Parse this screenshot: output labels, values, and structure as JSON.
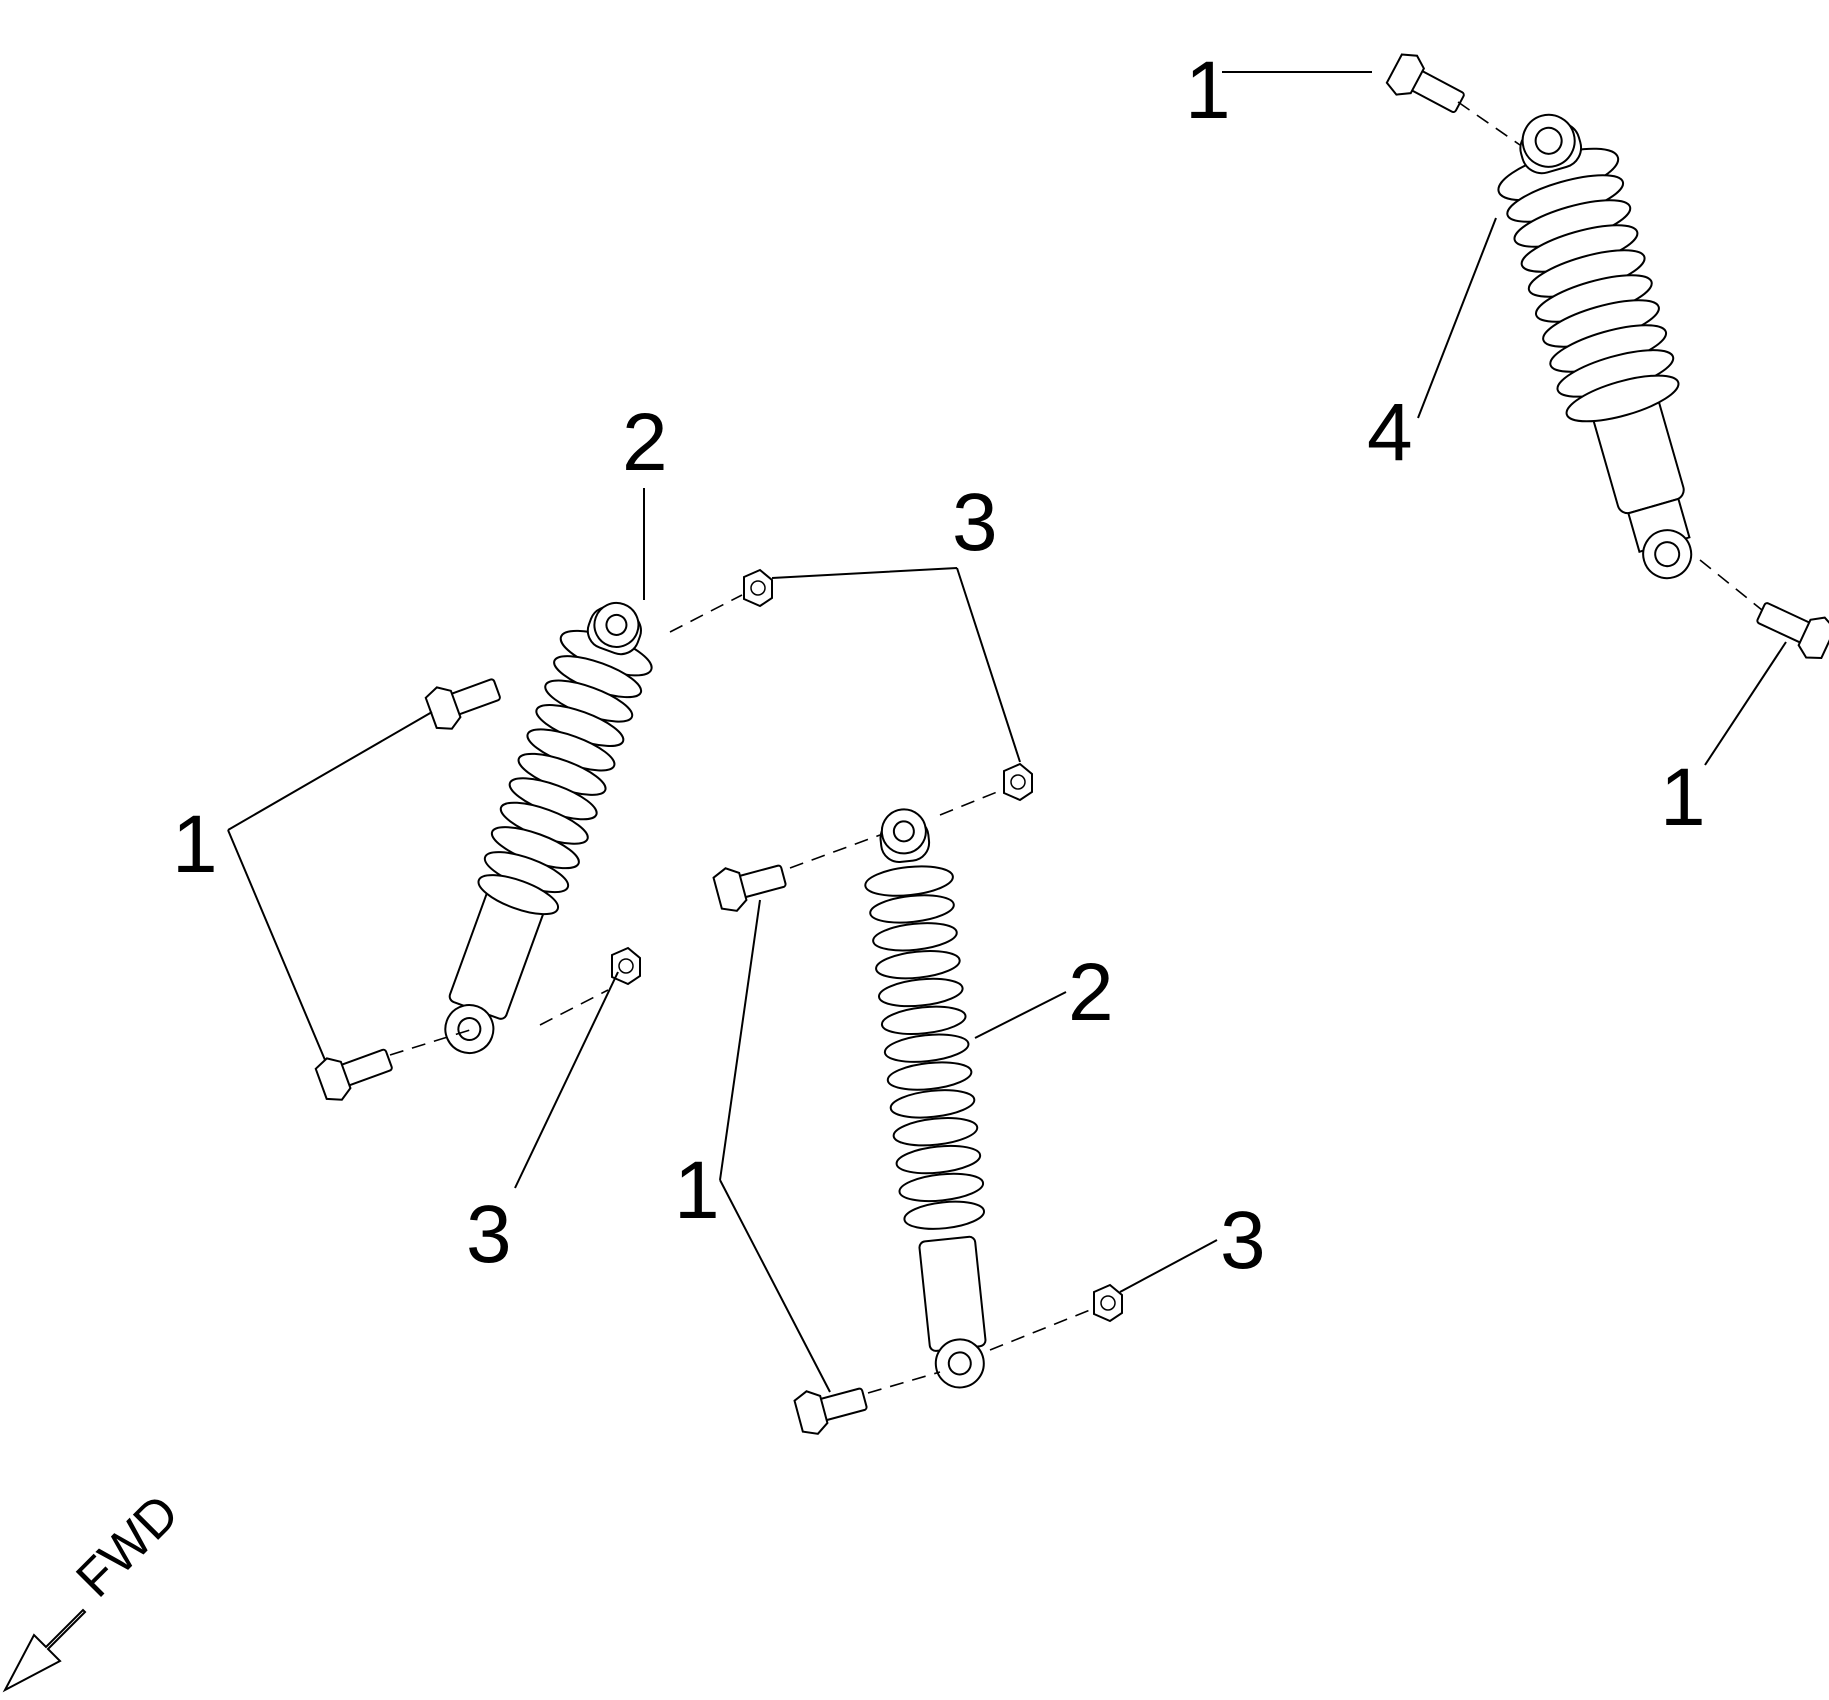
{
  "diagram": {
    "parts": [
      {
        "key": "bolt",
        "callout": "1"
      },
      {
        "key": "shock-absorber-assembly-front",
        "callout": "2"
      },
      {
        "key": "nut",
        "callout": "3"
      },
      {
        "key": "shock-absorber-assembly-rear",
        "callout": "4"
      }
    ],
    "callouts": {
      "c1_top": "1",
      "c4": "4",
      "c1_right": "1",
      "c2_left": "2",
      "c3_top": "3",
      "c1_left": "1",
      "c3_left_lower": "3",
      "c2_center": "2",
      "c1_center": "1",
      "c3_bottom": "3"
    },
    "direction": {
      "label": "FWD"
    }
  }
}
